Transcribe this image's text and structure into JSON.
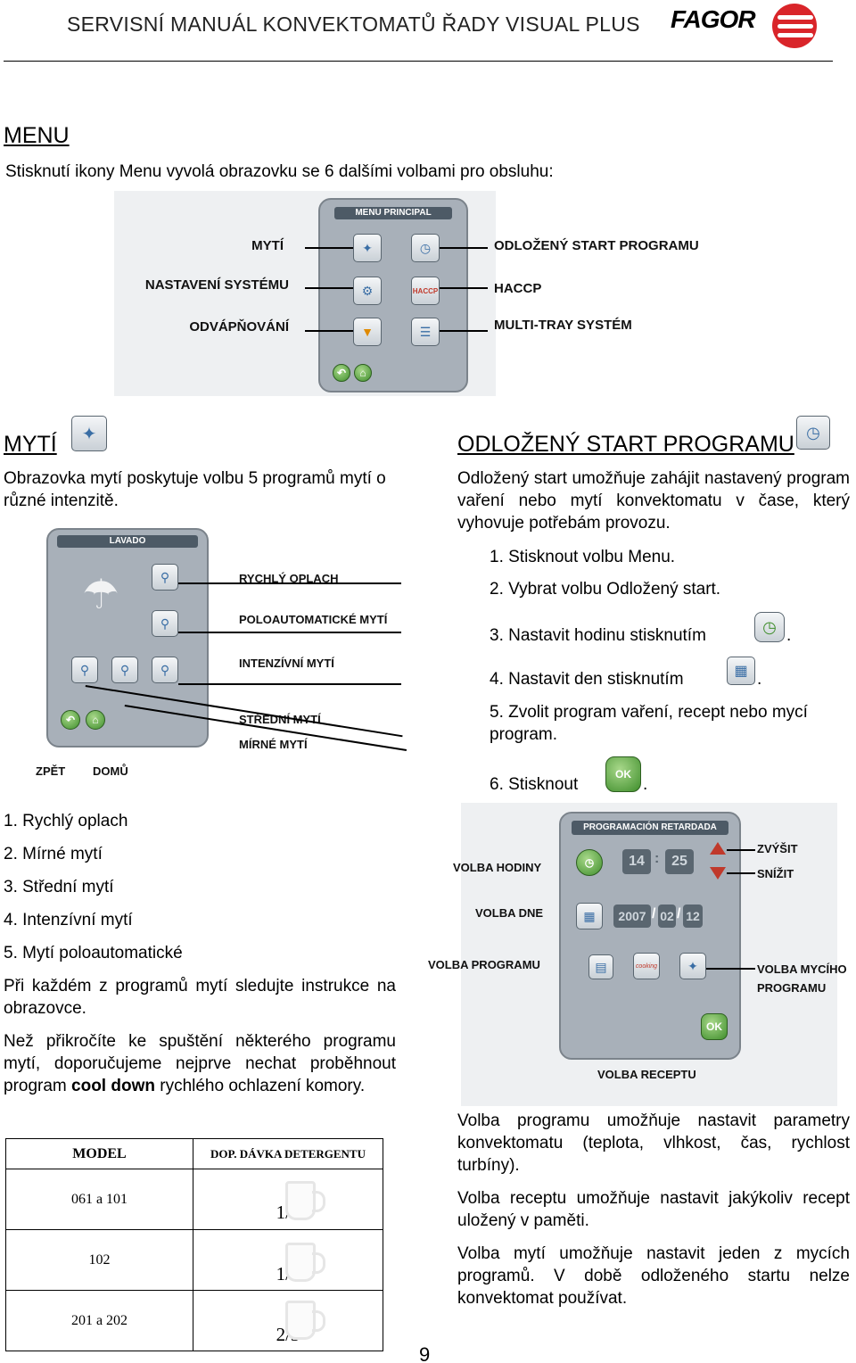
{
  "header": {
    "title": "SERVISNÍ MANUÁL KONVEKTOMATŮ ŘADY VISUAL PLUS",
    "brand": "FAGOR"
  },
  "menu": {
    "heading": "MENU",
    "intro": "Stisknutí ikony Menu vyvolá obrazovku se 6 dalšími volbami pro obsluhu:",
    "screen_title": "MENU PRINCIPAL",
    "left_labels": [
      "MYTÍ",
      "NASTAVENÍ SYSTÉMU",
      "ODVÁPŇOVÁNÍ"
    ],
    "right_labels": [
      "ODLOŽENÝ START PROGRAMU",
      "HACCP",
      "MULTI-TRAY SYSTÉM"
    ],
    "haccp_icon_text": "HACCP"
  },
  "myti": {
    "heading": "MYTÍ",
    "intro": "Obrazovka mytí poskytuje volbu 5 programů mytí o různé intenzitě.",
    "screen_title": "LAVADO",
    "labels": [
      "RYCHLÝ OPLACH",
      "POLOAUTOMATICKÉ MYTÍ",
      "INTENZÍVNÍ MYTÍ",
      "STŘEDNÍ MYTÍ",
      "MÍRNÉ MYTÍ"
    ],
    "back_label": "ZPĚT",
    "home_label": "DOMŮ",
    "list": [
      "1.  Rychlý oplach",
      "2.  Mírné mytí",
      "3.  Střední mytí",
      "4.  Intenzívní mytí",
      "5.  Mytí poloautomatické"
    ],
    "para1": "Při každém z programů mytí sledujte instrukce na obrazovce.",
    "para2_pre": "Než přikročíte ke spuštění některého programu mytí, doporučujeme nejprve nechat proběhnout program ",
    "para2_bold": "cool down",
    "para2_post": " rychlého ochlazení komory."
  },
  "table": {
    "col1": "MODEL",
    "col2": "DOP. DÁVKA DETERGENTU",
    "rows": [
      {
        "model": "061 a 101",
        "dose": "1/3"
      },
      {
        "model": "102",
        "dose": "1/2"
      },
      {
        "model": "201 a 202",
        "dose": "2/3"
      }
    ]
  },
  "odlozeny": {
    "heading": "ODLOŽENÝ START PROGRAMU",
    "intro": "Odložený start umožňuje zahájit nastavený program vaření nebo mytí konvektomatu v čase, který vyhovuje potřebám provozu.",
    "steps": [
      "1.  Stisknout volbu Menu.",
      "2.  Vybrat volbu Odložený start.",
      "3.  Nastavit hodinu stisknutím",
      "4.  Nastavit den stisknutím",
      "5.  Zvolit program vaření, recept nebo mycí program.",
      "6.  Stisknout"
    ],
    "dot": ".",
    "screen_title": "PROGRAMACIÓN RETARDADA",
    "hour": "14",
    "sep": ":",
    "minute": "25",
    "year": "2007",
    "month": "02",
    "day": "12",
    "slash": "/",
    "ok": "OK",
    "cooking": "cooking",
    "labels": {
      "hodiny": "VOLBA HODINY",
      "dne": "VOLBA DNE",
      "programu": "VOLBA PROGRAMU",
      "zvysit": "ZVÝŠIT",
      "snizit": "SNÍŽIT",
      "myciho": "VOLBA MYCÍHO PROGRAMU",
      "receptu": "VOLBA RECEPTU"
    },
    "para1": "Volba programu umožňuje nastavit parametry konvektomatu (teplota, vlhkost, čas, rychlost turbíny).",
    "para2": "Volba receptu umožňuje nastavit jakýkoliv recept uložený v paměti.",
    "para3": "Volba mytí umožňuje nastavit jeden z mycích programů. V době odloženého startu nelze konvektomat používat."
  },
  "page_number": "9"
}
